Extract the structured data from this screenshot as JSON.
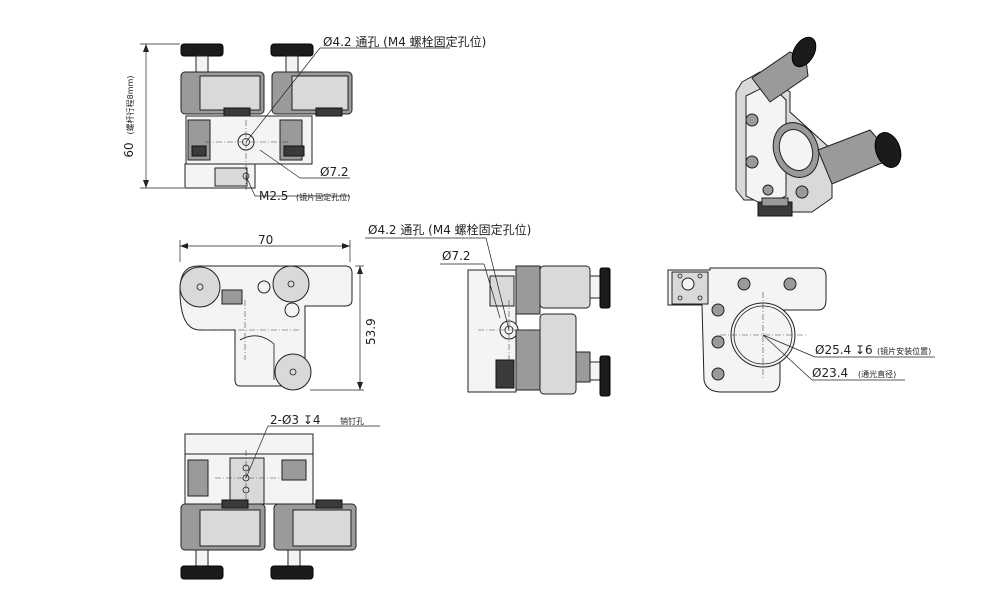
{
  "dimensions": {
    "height_total": "60",
    "height_note": "(螺杆行程8mm)",
    "width_total": "70",
    "depth": "53.9"
  },
  "callouts": {
    "hole_m4": "Ø4.2 通孔 (M4 螺栓固定孔位)",
    "dia_7_2_front": "Ø7.2",
    "m2_5": "M2.5",
    "m2_5_note": "(镜片固定孔位)",
    "hole_m4_side": "Ø4.2 通孔 (M4 螺栓固定孔位)",
    "dia_7_2_side": "Ø7.2",
    "pin_holes": "2-Ø3 ↧4",
    "pin_holes_note": "销钉孔",
    "dia_25_4": "Ø25.4 ↧6",
    "dia_25_4_note": "(镜片安装位置)",
    "dia_23_4": "Ø23.4",
    "dia_23_4_note": "(通光直径)"
  }
}
